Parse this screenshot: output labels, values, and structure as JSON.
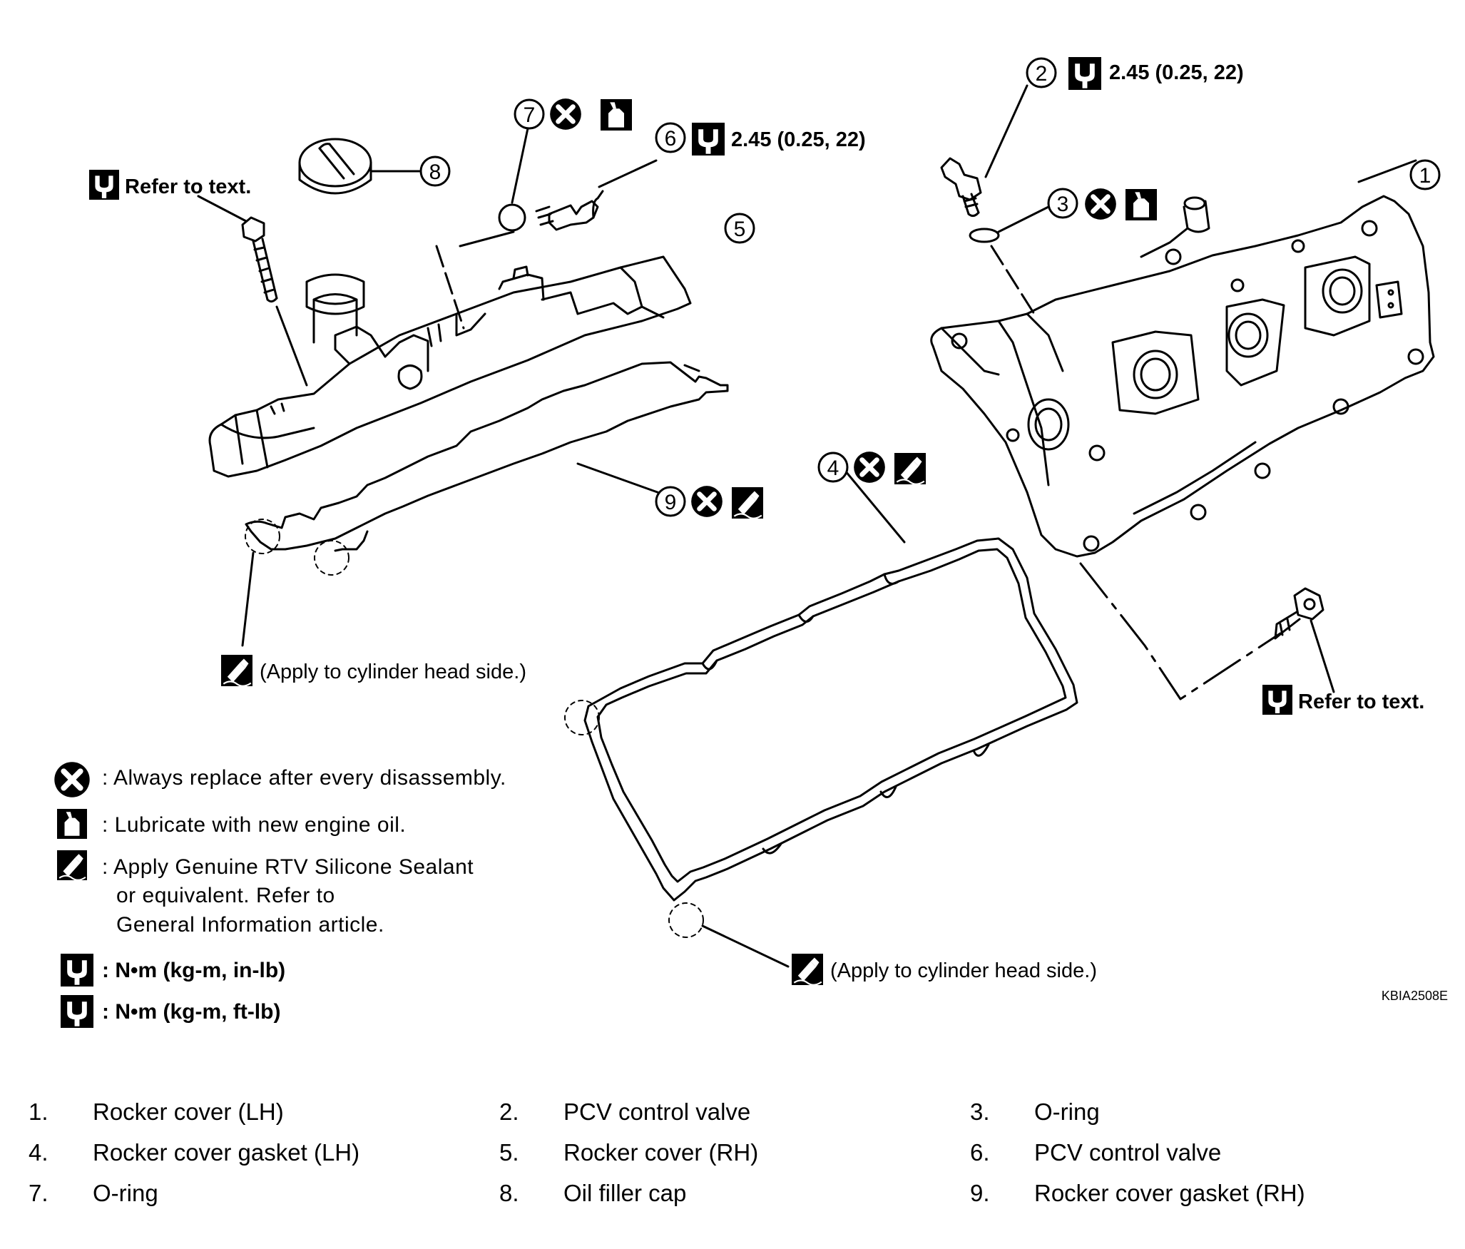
{
  "callouts": {
    "c1": "1",
    "c2": "2",
    "c3": "3",
    "c4": "4",
    "c5": "5",
    "c6": "6",
    "c7": "7",
    "c8": "8",
    "c9": "9"
  },
  "specs": {
    "pcv_valve_rh_torque": "2.45 (0.25, 22)",
    "pcv_valve_lh_torque": "2.45 (0.25, 22)"
  },
  "notes": {
    "refer_left": "Refer to text.",
    "refer_right": "Refer to text.",
    "apply_left": "(Apply to cylinder head side.)",
    "apply_right": "(Apply to cylinder head side.)"
  },
  "legend": {
    "replace": ": Always replace after every disassembly.",
    "lubricate": ": Lubricate with new engine oil.",
    "sealant_line1": ": Apply Genuine RTV Silicone Sealant",
    "sealant_line2": "or equivalent. Refer to",
    "sealant_line3": "General Information article.",
    "torque_inlb": ": N•m (kg-m, in-lb)",
    "torque_ftlb": ": N•m (kg-m, ft-lb)"
  },
  "figure_ref": "KBIA2508E",
  "parts": [
    {
      "num": "1.",
      "name": "Rocker cover (LH)"
    },
    {
      "num": "2.",
      "name": "PCV control valve"
    },
    {
      "num": "3.",
      "name": "O-ring"
    },
    {
      "num": "4.",
      "name": "Rocker cover gasket (LH)"
    },
    {
      "num": "5.",
      "name": "Rocker cover (RH)"
    },
    {
      "num": "6.",
      "name": "PCV control valve"
    },
    {
      "num": "7.",
      "name": "O-ring"
    },
    {
      "num": "8.",
      "name": "Oil filler cap"
    },
    {
      "num": "9.",
      "name": "Rocker cover gasket (RH)"
    }
  ],
  "icons": {
    "replace": "x-circle-icon",
    "lubricate": "oil-can-icon",
    "sealant": "sealant-tube-icon",
    "torque": "torque-wrench-icon"
  }
}
